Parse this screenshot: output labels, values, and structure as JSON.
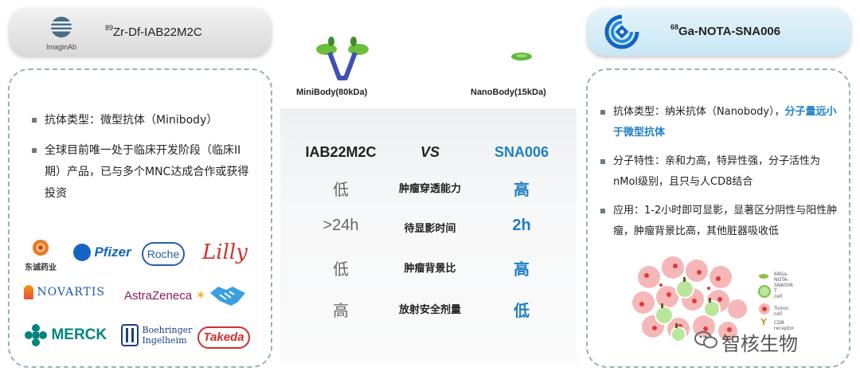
{
  "header_left": {
    "logo_text": "ImaginAb",
    "title_sup": "89",
    "title_rest": "Zr-Df-IAB22M2C"
  },
  "header_right": {
    "title_sup": "68",
    "title_rest": "Ga-NOTA-SNA006"
  },
  "molecules": {
    "left_label": "MiniBody(80kDa)",
    "right_label": "NanoBody(15kDa)"
  },
  "left_panel": {
    "bullets": [
      "抗体类型：微型抗体（Minibody）",
      "全球目前唯一处于临床开发阶段（临床II期）产品，已与多个MNC达成合作或获得投资"
    ],
    "logos": [
      "东诚药业",
      "Pfizer",
      "Roche",
      "Lilly",
      "NOVARTIS",
      "AstraZeneca",
      "MERCK",
      "Boehringer Ingelheim",
      "Takeda"
    ]
  },
  "right_panel": {
    "bullet1_plain": "抗体类型：纳米抗体（Nanobody），",
    "bullet1_highlight": "分子量远小于微型抗体",
    "bullet2": "分子特性：亲和力高，特异性强，分子活性为nMol级别，且只与人CD8结合",
    "bullet3": "应用：1-2小时即可显影，显著区分阴性与阳性肿瘤，肿瘤背景比高，其他脏器吸收低",
    "legend": [
      "68Ga-NOTA-SNA006",
      "T cell",
      "Tumor cell",
      "CD8 receptor"
    ]
  },
  "comparison": {
    "left_head": "IAB22M2C",
    "vs": "VS",
    "right_head": "SNA006",
    "rows": [
      {
        "left": "低",
        "metric": "肿瘤穿透能力",
        "right": "高"
      },
      {
        "left": ">24h",
        "metric": "待显影时间",
        "right": "2h"
      },
      {
        "left": "低",
        "metric": "肿瘤背景比",
        "right": "高"
      },
      {
        "left": "高",
        "metric": "放射安全剂量",
        "right": "低"
      }
    ]
  },
  "watermark": "智核生物",
  "colors": {
    "accent_blue": "#1f7fc4",
    "panel_border": "#9ab0b8",
    "tumor_red": "#e53935",
    "tcell_green": "#7cc243"
  }
}
